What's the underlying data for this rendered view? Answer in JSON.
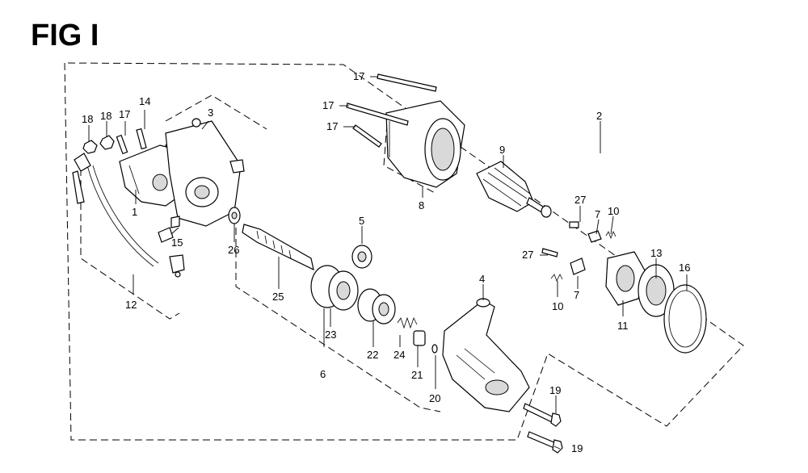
{
  "figure": {
    "title": "FIG I"
  },
  "callouts": [
    {
      "id": "c1",
      "label": "1"
    },
    {
      "id": "c2",
      "label": "2"
    },
    {
      "id": "c3",
      "label": "3"
    },
    {
      "id": "c4",
      "label": "4"
    },
    {
      "id": "c5",
      "label": "5"
    },
    {
      "id": "c6",
      "label": "6"
    },
    {
      "id": "c7a",
      "label": "7"
    },
    {
      "id": "c7b",
      "label": "7"
    },
    {
      "id": "c8",
      "label": "8"
    },
    {
      "id": "c9",
      "label": "9"
    },
    {
      "id": "c10a",
      "label": "10"
    },
    {
      "id": "c10b",
      "label": "10"
    },
    {
      "id": "c11",
      "label": "11"
    },
    {
      "id": "c12",
      "label": "12"
    },
    {
      "id": "c13",
      "label": "13"
    },
    {
      "id": "c14",
      "label": "14"
    },
    {
      "id": "c15",
      "label": "15"
    },
    {
      "id": "c16",
      "label": "16"
    },
    {
      "id": "c17a",
      "label": "17"
    },
    {
      "id": "c17b",
      "label": "17"
    },
    {
      "id": "c17c",
      "label": "17"
    },
    {
      "id": "c17d",
      "label": "17"
    },
    {
      "id": "c18a",
      "label": "18"
    },
    {
      "id": "c18b",
      "label": "18"
    },
    {
      "id": "c19a",
      "label": "19"
    },
    {
      "id": "c19b",
      "label": "19"
    },
    {
      "id": "c20",
      "label": "20"
    },
    {
      "id": "c21",
      "label": "21"
    },
    {
      "id": "c22",
      "label": "22"
    },
    {
      "id": "c23",
      "label": "23"
    },
    {
      "id": "c24",
      "label": "24"
    },
    {
      "id": "c25",
      "label": "25"
    },
    {
      "id": "c26",
      "label": "26"
    },
    {
      "id": "c27a",
      "label": "27"
    },
    {
      "id": "c27b",
      "label": "27"
    }
  ]
}
